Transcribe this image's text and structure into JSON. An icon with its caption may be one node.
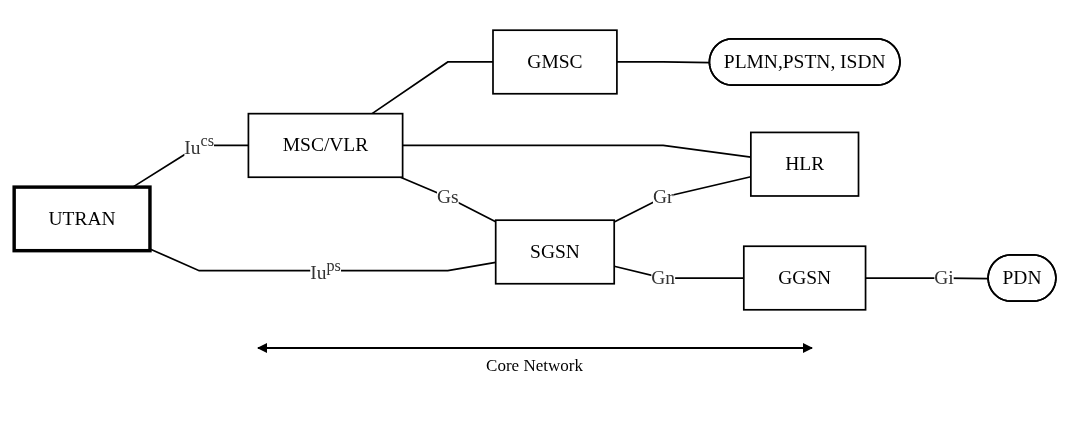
{
  "diagram": {
    "nodes": [
      {
        "text": [
          "UTRAN"
        ]
      },
      {
        "text": [
          "MSC/VLR"
        ]
      },
      {
        "text": [
          "GMSC"
        ]
      },
      {
        "text": [
          "PLMN,PSTN, ISDN"
        ]
      },
      {
        "text": [
          "HLR"
        ]
      },
      {
        "text": [
          "SGSN"
        ]
      },
      {
        "text": [
          "GGSN"
        ]
      },
      {
        "text": [
          "PDN"
        ]
      }
    ],
    "edges": [
      {
        "from": 0,
        "to": 1,
        "arrow": "none",
        "label": "Iu$^{cs}$"
      },
      {
        "from": 0,
        "to": 5,
        "arrow": "none",
        "label": "Iu$^{ps}$"
      },
      {
        "from": 1,
        "to": 2,
        "arrow": "none"
      },
      {
        "from": 2,
        "to": 3,
        "arrow": "none"
      },
      {
        "from": 1,
        "to": 4,
        "arrow": "none"
      },
      {
        "from": 1,
        "to": 5,
        "arrow": "none",
        "label": "Gs"
      },
      {
        "from": 5,
        "to": 4,
        "arrow": "none",
        "label": "Gr"
      },
      {
        "from": 5,
        "to": 6,
        "arrow": "none",
        "label": "Gn"
      },
      {
        "from": 6,
        "to": 7,
        "arrow": "none",
        "label": "Gi"
      }
    ],
    "labels": [
      "Core Network"
    ]
  }
}
